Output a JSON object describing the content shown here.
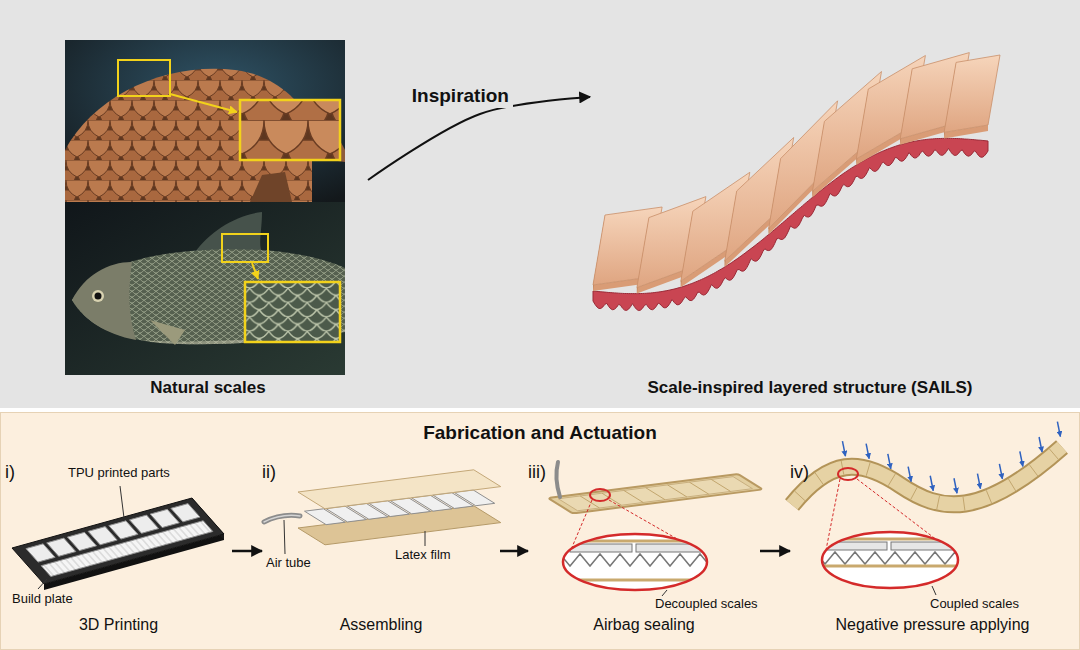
{
  "diagram": {
    "nodes": [
      {
        "text": [
          "Natural scales"
        ]
      },
      {
        "text": [
          "Scale-inspired layered structure (SAILS)"
        ]
      },
      {
        "text": [
          "Fabrication and Actuation"
        ]
      },
      {
        "text": [
          "i)",
          "3D Printing"
        ],
        "in": 2
      },
      {
        "text": [
          "ii)",
          "Assembling"
        ],
        "in": 2
      },
      {
        "text": [
          "iii)",
          "Airbag sealing"
        ],
        "in": 2
      },
      {
        "text": [
          "iv)",
          "Negative pressure applying"
        ],
        "in": 2
      }
    ],
    "edges": [
      {
        "from": 0,
        "to": 1,
        "arrow": "to",
        "label": "Inspiration"
      },
      {
        "from": 3,
        "to": 4,
        "arrow": "to"
      },
      {
        "from": 4,
        "to": 5,
        "arrow": "to"
      },
      {
        "from": 5,
        "to": 6,
        "arrow": "to"
      }
    ],
    "labels": [
      "TPU printed parts",
      "Build plate",
      "Air tube",
      "Latex film",
      "Decoupled scales",
      "Coupled scales"
    ]
  }
}
